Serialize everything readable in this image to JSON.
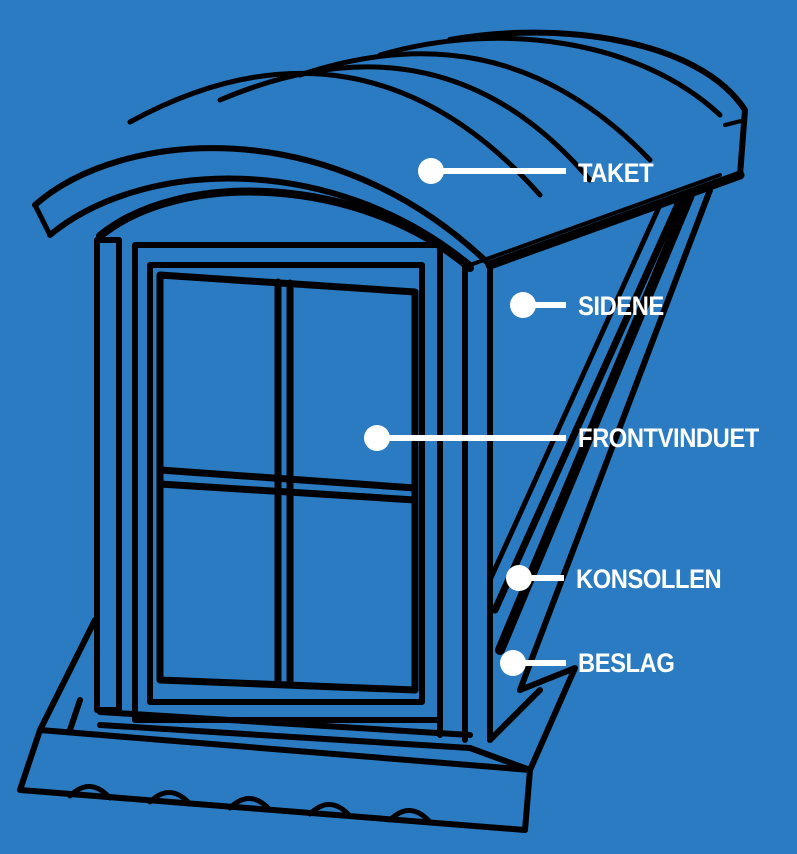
{
  "labels": {
    "taket": "TAKET",
    "sidene": "SIDENE",
    "frontvinduet": "FRONTVINDUET",
    "konsollen": "KONSOLLEN",
    "beslag": "BESLAG"
  },
  "colors": {
    "background": "#2a7bc1",
    "ink": "#000000",
    "callout": "#ffffff"
  }
}
